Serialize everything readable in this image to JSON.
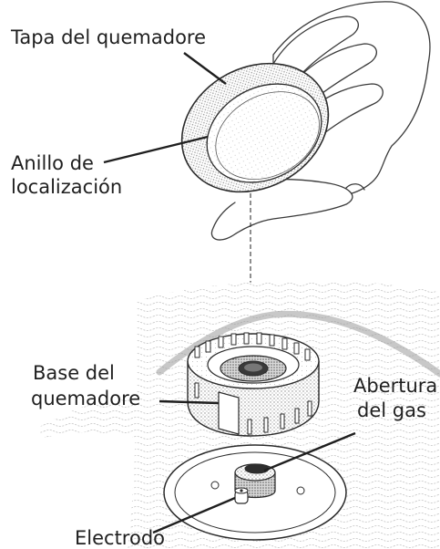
{
  "labels": {
    "burner_cap": "Tapa del quemadore",
    "locating_ring_line1": "Anillo de",
    "locating_ring_line2": "localización",
    "burner_base_line1": "Base del",
    "burner_base_line2": "quemadore",
    "gas_opening_line1": "Abertura",
    "gas_opening_line2": "del gas",
    "electrode": "Electrodo"
  }
}
